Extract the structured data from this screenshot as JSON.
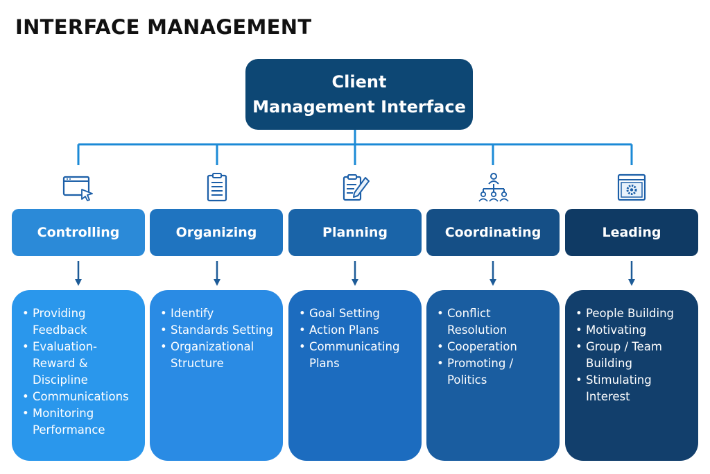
{
  "title": "INTERFACE MANAGEMENT",
  "root": {
    "lines": [
      "Client",
      "Management Interface"
    ]
  },
  "colors": {
    "connector": "#1b8ad6",
    "arrow": "#1d5b97",
    "icon": "#1c5fa8"
  },
  "columns": [
    {
      "label": "Controlling",
      "icon": "browser-cursor-icon",
      "head_color": "#2b8ad8",
      "body_color": "#2a97ec",
      "items": [
        "Providing Feedback",
        "Evaluation- Reward & Discipline",
        "Communications",
        "Monitoring Performance"
      ]
    },
    {
      "label": "Organizing",
      "icon": "clipboard-list-icon",
      "head_color": "#1f74c0",
      "body_color": "#2a8be4",
      "items": [
        "Identify",
        "Standards Setting",
        "Organizational Structure"
      ]
    },
    {
      "label": "Planning",
      "icon": "clipboard-pen-icon",
      "head_color": "#1a64a8",
      "body_color": "#1c6cbf",
      "items": [
        "Goal Setting",
        "Action Plans",
        "Communicating Plans"
      ]
    },
    {
      "label": "Coordinating",
      "icon": "org-chart-icon",
      "head_color": "#154f86",
      "body_color": "#1a5da0",
      "items": [
        "Conflict Resolution",
        "Cooperation",
        "Promoting / Politics"
      ]
    },
    {
      "label": "Leading",
      "icon": "gear-window-icon",
      "head_color": "#0f3a64",
      "body_color": "#123f6c",
      "items": [
        "People Building",
        "Motivating",
        "Group / Team Building",
        "Stimulating Interest"
      ]
    }
  ]
}
